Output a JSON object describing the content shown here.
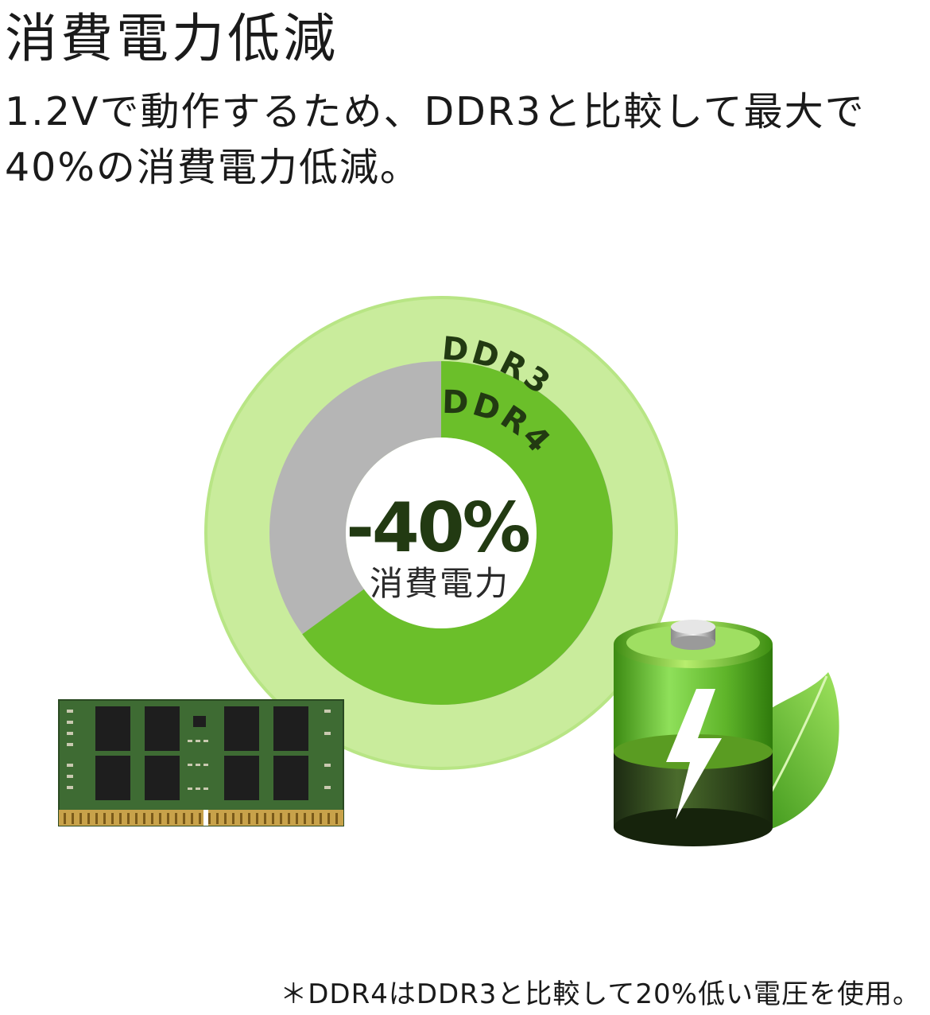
{
  "headline": "消費電力低減",
  "description": {
    "line1": "1.2Vで動作するため、DDR3と比較して最大で",
    "line2": "40%の消費電力低減。"
  },
  "gauge": {
    "outer_label": "DDR3",
    "inner_label": "DDR4",
    "value_text": "-40%",
    "caption": "消費電力",
    "reduction_fraction": 0.4
  },
  "footnote": "＊DDR4はDDR3と比較して20%低い電圧を使用。",
  "colors": {
    "outer_ring": "#c9ec9c",
    "inner_ring_green": "#6bbf2a",
    "inner_ring_gray": "#b5b5b5",
    "dark_green_text": "#223a12",
    "battery_green": "#7cd44a"
  }
}
